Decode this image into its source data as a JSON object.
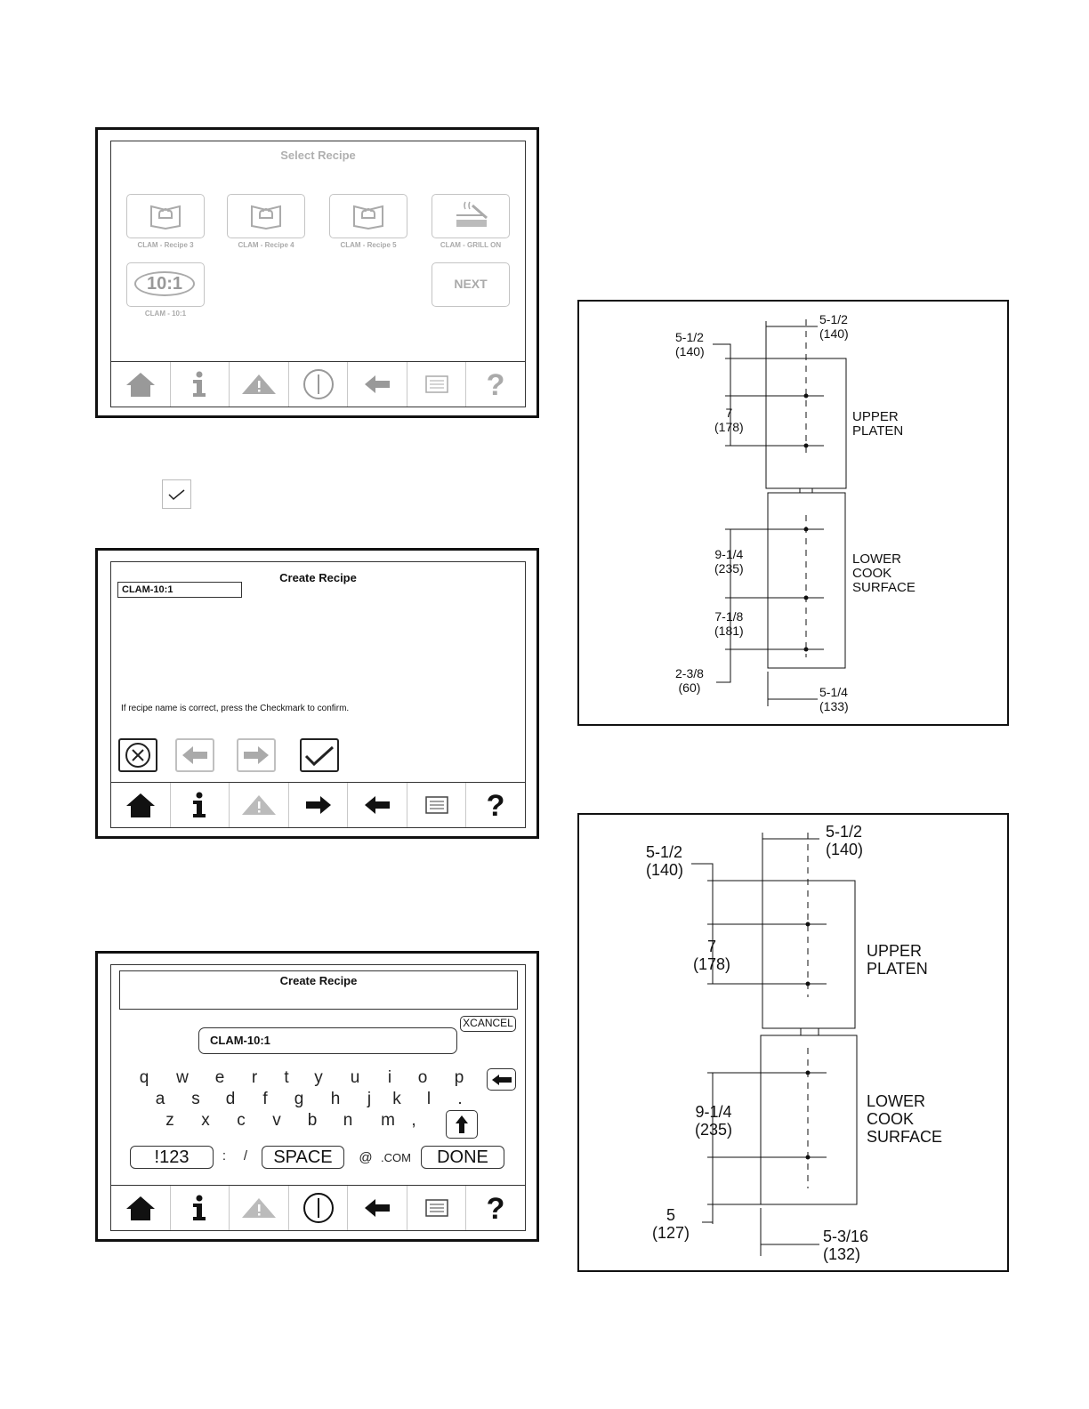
{
  "select_screen": {
    "title": "Select Recipe",
    "tiles": [
      {
        "label": "CLAM - Recipe 3",
        "icon": "chef-book-icon"
      },
      {
        "label": "CLAM - Recipe 4",
        "icon": "chef-book-icon"
      },
      {
        "label": "CLAM - Recipe 5",
        "icon": "chef-book-icon"
      },
      {
        "label": "CLAM - GRILL ON",
        "icon": "grill-icon"
      },
      {
        "label": "CLAM - 10:1",
        "icon": "ratio-icon",
        "badge": "10:1"
      }
    ],
    "next_label": "NEXT"
  },
  "confirm_screen": {
    "title": "Create Recipe",
    "name_value": "CLAM-10:1",
    "message": "If recipe name is correct, press the Checkmark to confirm."
  },
  "keyboard_screen": {
    "title": "Create Recipe",
    "cancel_label": "XCANCEL",
    "name_value": "CLAM-10:1",
    "row1": [
      "q",
      "w",
      "e",
      "r",
      "t",
      "y",
      "u",
      "i",
      "o",
      "p"
    ],
    "row2": [
      "a",
      "s",
      "d",
      "f",
      "g",
      "h",
      "j",
      "k",
      "l",
      "."
    ],
    "row3": [
      "z",
      "x",
      "c",
      "v",
      "b",
      "n",
      "m",
      ","
    ],
    "sym_label": "!123",
    "colon": ":",
    "slash": "/",
    "space_label": "SPACE",
    "at": "@",
    "com": ".COM",
    "done_label": "DONE"
  },
  "diagram_top": {
    "dims": {
      "top_width": "5-1/2",
      "top_width_mm": "(140)",
      "upper_offset": "5-1/2",
      "upper_offset_mm": "(140)",
      "upper_span": "7",
      "upper_span_mm": "(178)",
      "lower_span1": "9-1/4",
      "lower_span1_mm": "(235)",
      "lower_span2": "7-1/8",
      "lower_span2_mm": "(181)",
      "lower_offset": "2-3/8",
      "lower_offset_mm": "(60)",
      "bottom_width": "5-1/4",
      "bottom_width_mm": "(133)"
    },
    "upper_label": [
      "UPPER",
      "PLATEN"
    ],
    "lower_label": [
      "LOWER",
      "COOK",
      "SURFACE"
    ]
  },
  "diagram_bottom": {
    "dims": {
      "top_width": "5-1/2",
      "top_width_mm": "(140)",
      "upper_offset": "5-1/2",
      "upper_offset_mm": "(140)",
      "upper_span": "7",
      "upper_span_mm": "(178)",
      "lower_span": "9-1/4",
      "lower_span_mm": "(235)",
      "lower_offset": "5",
      "lower_offset_mm": "(127)",
      "bottom_width": "5-3/16",
      "bottom_width_mm": "(132)"
    },
    "upper_label": [
      "UPPER",
      "PLATEN"
    ],
    "lower_label": [
      "LOWER",
      "COOK",
      "SURFACE"
    ]
  }
}
